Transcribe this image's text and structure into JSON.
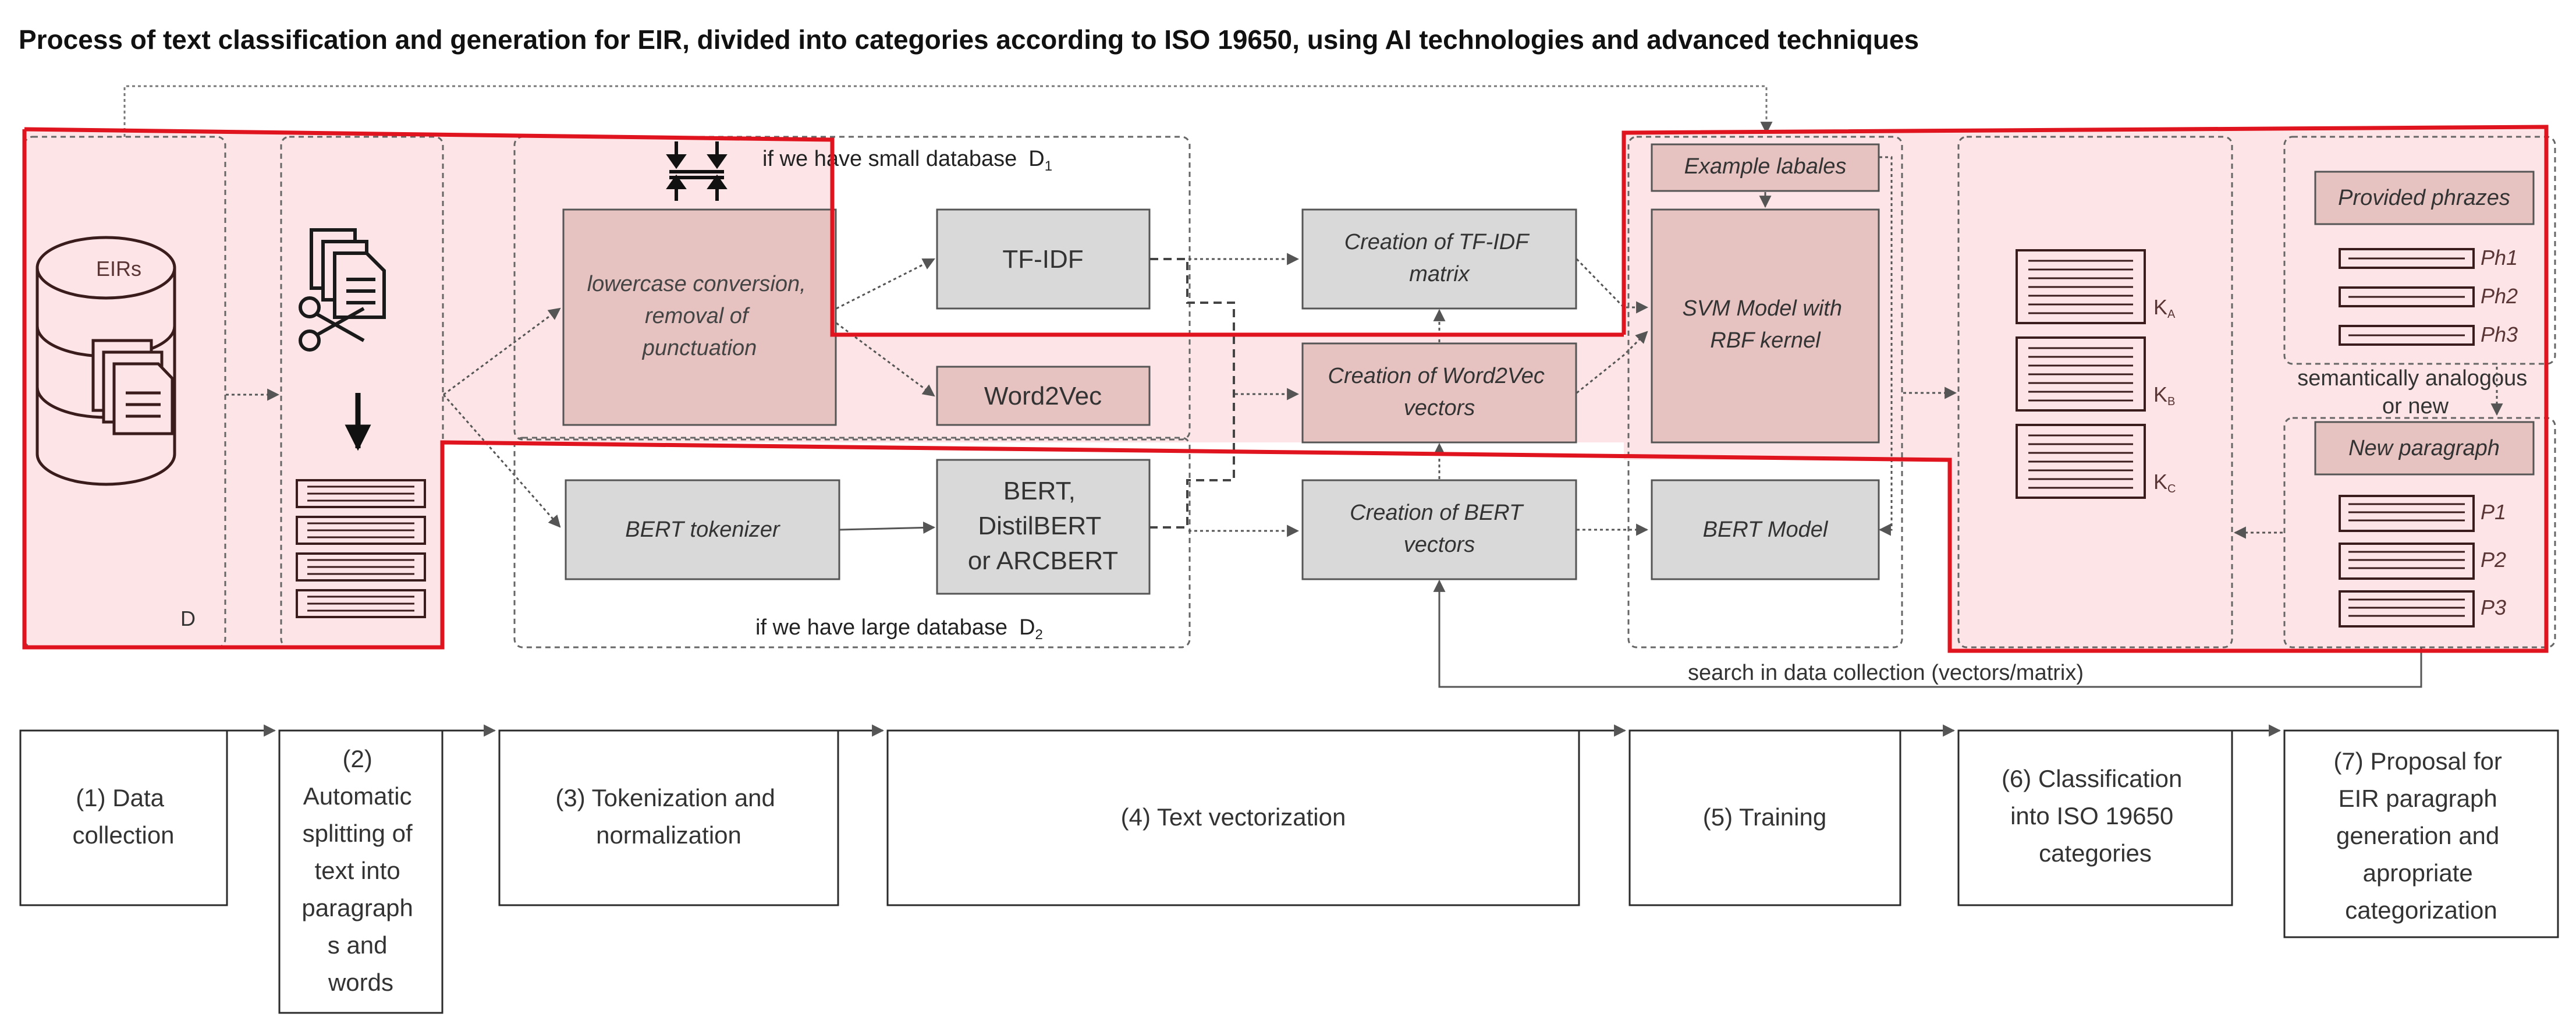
{
  "title": "Process of text classification and generation for EIR, divided into categories according to ISO 19650, using AI technologies and advanced techniques",
  "stage1": {
    "db_label": "EIRs",
    "corner_label": "D"
  },
  "stage3": {
    "small_db_label": "if we have small database",
    "small_db_symbol": "D",
    "small_db_sub": "1",
    "large_db_label": "if we have large database",
    "large_db_symbol": "D",
    "large_db_sub": "2",
    "lowercase_lines": [
      "lowercase conversion,",
      "removal of",
      "punctuation"
    ],
    "bert_tokenizer": "BERT tokenizer"
  },
  "stage4": {
    "tfidf": "TF-IDF",
    "word2vec": "Word2Vec",
    "bert_lines": [
      "BERT,",
      "DistilBERT",
      "or ARCBERT"
    ],
    "create_tfidf_lines": [
      "Creation of TF-IDF",
      "matrix"
    ],
    "create_w2v_lines": [
      "Creation of Word2Vec",
      "vectors"
    ],
    "create_bert_lines": [
      "Creation of BERT",
      "vectors"
    ]
  },
  "stage5": {
    "example_labels": "Example labales",
    "svm_lines": [
      "SVM Model with",
      "RBF kernel"
    ],
    "bert_model": "BERT Model",
    "search_label": "search in data collection (vectors/matrix)"
  },
  "stage6": {
    "k_labels": [
      "K",
      "K",
      "K"
    ],
    "k_subs": [
      "A",
      "B",
      "C"
    ]
  },
  "stage7": {
    "provided": "Provided phrazes",
    "phrases": [
      "Ph1",
      "Ph2",
      "Ph3"
    ],
    "semantic_lines": [
      "semantically analogous",
      "or new"
    ],
    "new_paragraph": "New paragraph",
    "paragraphs": [
      "P1",
      "P2",
      "P3"
    ]
  },
  "bottom_steps": [
    {
      "lines": [
        "(1) Data",
        "collection"
      ]
    },
    {
      "lines": [
        "(2)",
        "Automatic",
        "splitting of",
        "text into",
        "paragraph",
        "s and",
        "words"
      ]
    },
    {
      "lines": [
        "(3) Tokenization and",
        "normalization"
      ]
    },
    {
      "lines": [
        "(4) Text vectorization"
      ]
    },
    {
      "lines": [
        "(5) Training"
      ]
    },
    {
      "lines": [
        "(6) Classification",
        "into ISO 19650",
        "categories"
      ]
    },
    {
      "lines": [
        "(7) Proposal for",
        "EIR paragraph",
        "generation and",
        "apropriate",
        "categorization"
      ]
    }
  ],
  "colors": {
    "highlight_fill": "#fde4e6",
    "highlight_stroke": "#e0141e",
    "box_grey": "#d9d9d9",
    "box_pink": "#e6c3c1",
    "stroke_dark": "#3a3a3a",
    "text_dark": "#404040"
  }
}
